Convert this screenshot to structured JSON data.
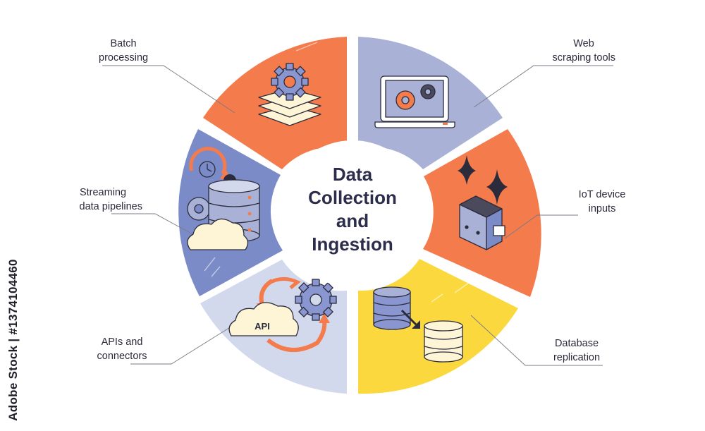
{
  "center": {
    "line1": "Data",
    "line2": "Collection",
    "line3": "and",
    "line4": "Ingestion"
  },
  "segments": [
    {
      "id": "batch",
      "line1": "Batch",
      "line2": "processing",
      "color": "#f47b4b",
      "icon": "stacked-layers-gear-icon"
    },
    {
      "id": "web",
      "line1": "Web",
      "line2": "scraping tools",
      "color": "#a9b2d6",
      "icon": "laptop-gears-icon"
    },
    {
      "id": "iot",
      "line1": "IoT device",
      "line2": "inputs",
      "color": "#f47b4b",
      "icon": "iot-device-sparkle-icon"
    },
    {
      "id": "db",
      "line1": "Database",
      "line2": "replication",
      "color": "#fbd93e",
      "icon": "database-copy-icon"
    },
    {
      "id": "api",
      "line1": "APIs and",
      "line2": "connectors",
      "color": "#d3d9ec",
      "icon": "api-cloud-gear-icon",
      "badge": "API"
    },
    {
      "id": "stream",
      "line1": "Streaming",
      "line2": "data pipelines",
      "color": "#7a8bc8",
      "icon": "clock-database-cloud-icon"
    }
  ],
  "watermark_id": "Adobe Stock | #1374104460",
  "palette": {
    "outline": "#2b2b3c",
    "orange": "#f47b4b",
    "purple": "#7a8bc8",
    "cream": "#fdf5d6"
  }
}
